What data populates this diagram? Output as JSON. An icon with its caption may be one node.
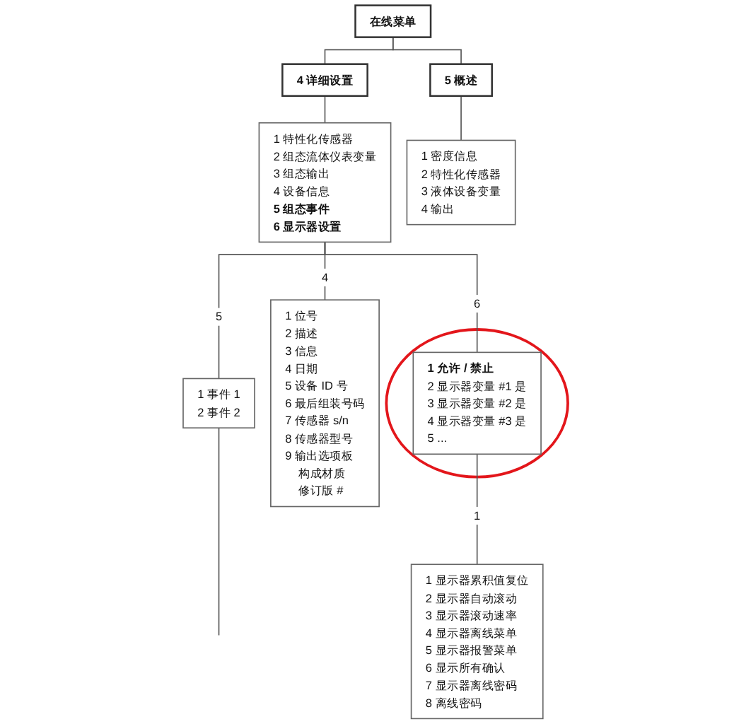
{
  "diagram": {
    "nodes": [
      {
        "text": [
          "在线菜单"
        ]
      },
      {
        "text": [
          "4 详细设置"
        ]
      },
      {
        "text": [
          "5 概述"
        ]
      },
      {
        "text": [
          "1 特性化传感器",
          "2 组态流体仪表变量",
          "3 组态输出",
          "4 设备信息",
          "5 组态事件",
          "6 显示器设置"
        ]
      },
      {
        "text": [
          "1 密度信息",
          "2 特性化传感器",
          "3 液体设备变量",
          "4 输出"
        ]
      },
      {
        "text": [
          "1 位号",
          "2 描述",
          "3 信息",
          "4 日期",
          "5 设备 ID 号",
          "6 最后组装号码",
          "7 传感器 s/n",
          "8 传感器型号",
          "9 输出选项板",
          "构成材质",
          "修订版 #"
        ]
      },
      {
        "text": [
          "1 事件 1",
          "2 事件 2"
        ]
      },
      {
        "text": [],
        "shape": "ellipse"
      },
      {
        "text": [
          "1 允许 / 禁止",
          "2 显示器变量 #1 是",
          "3 显示器变量 #2 是",
          "4 显示器变量 #3 是",
          "5 ..."
        ],
        "in": 7
      },
      {
        "text": [
          "1 显示器累积值复位",
          "2 显示器自动滚动",
          "3 显示器滚动速率",
          "4 显示器离线菜单",
          "5 显示器报警菜单",
          "6 显示所有确认",
          "7 显示器离线密码",
          "8 离线密码"
        ]
      }
    ],
    "edges": [
      {
        "from": 0,
        "to": 1,
        "arrow": "none"
      },
      {
        "from": 0,
        "to": 2,
        "arrow": "none"
      },
      {
        "from": 1,
        "to": 3,
        "arrow": "none"
      },
      {
        "from": 2,
        "to": 4,
        "arrow": "none"
      },
      {
        "from": 3,
        "to": 5,
        "label": "4",
        "arrow": "none"
      },
      {
        "from": 3,
        "to": 6,
        "label": "5",
        "arrow": "none"
      },
      {
        "from": 3,
        "to": 8,
        "label": "6",
        "arrow": "none"
      },
      {
        "from": 8,
        "to": 9,
        "label": "1",
        "arrow": "none"
      },
      {
        "from": 6,
        "to": null,
        "arrow": "none"
      }
    ]
  }
}
